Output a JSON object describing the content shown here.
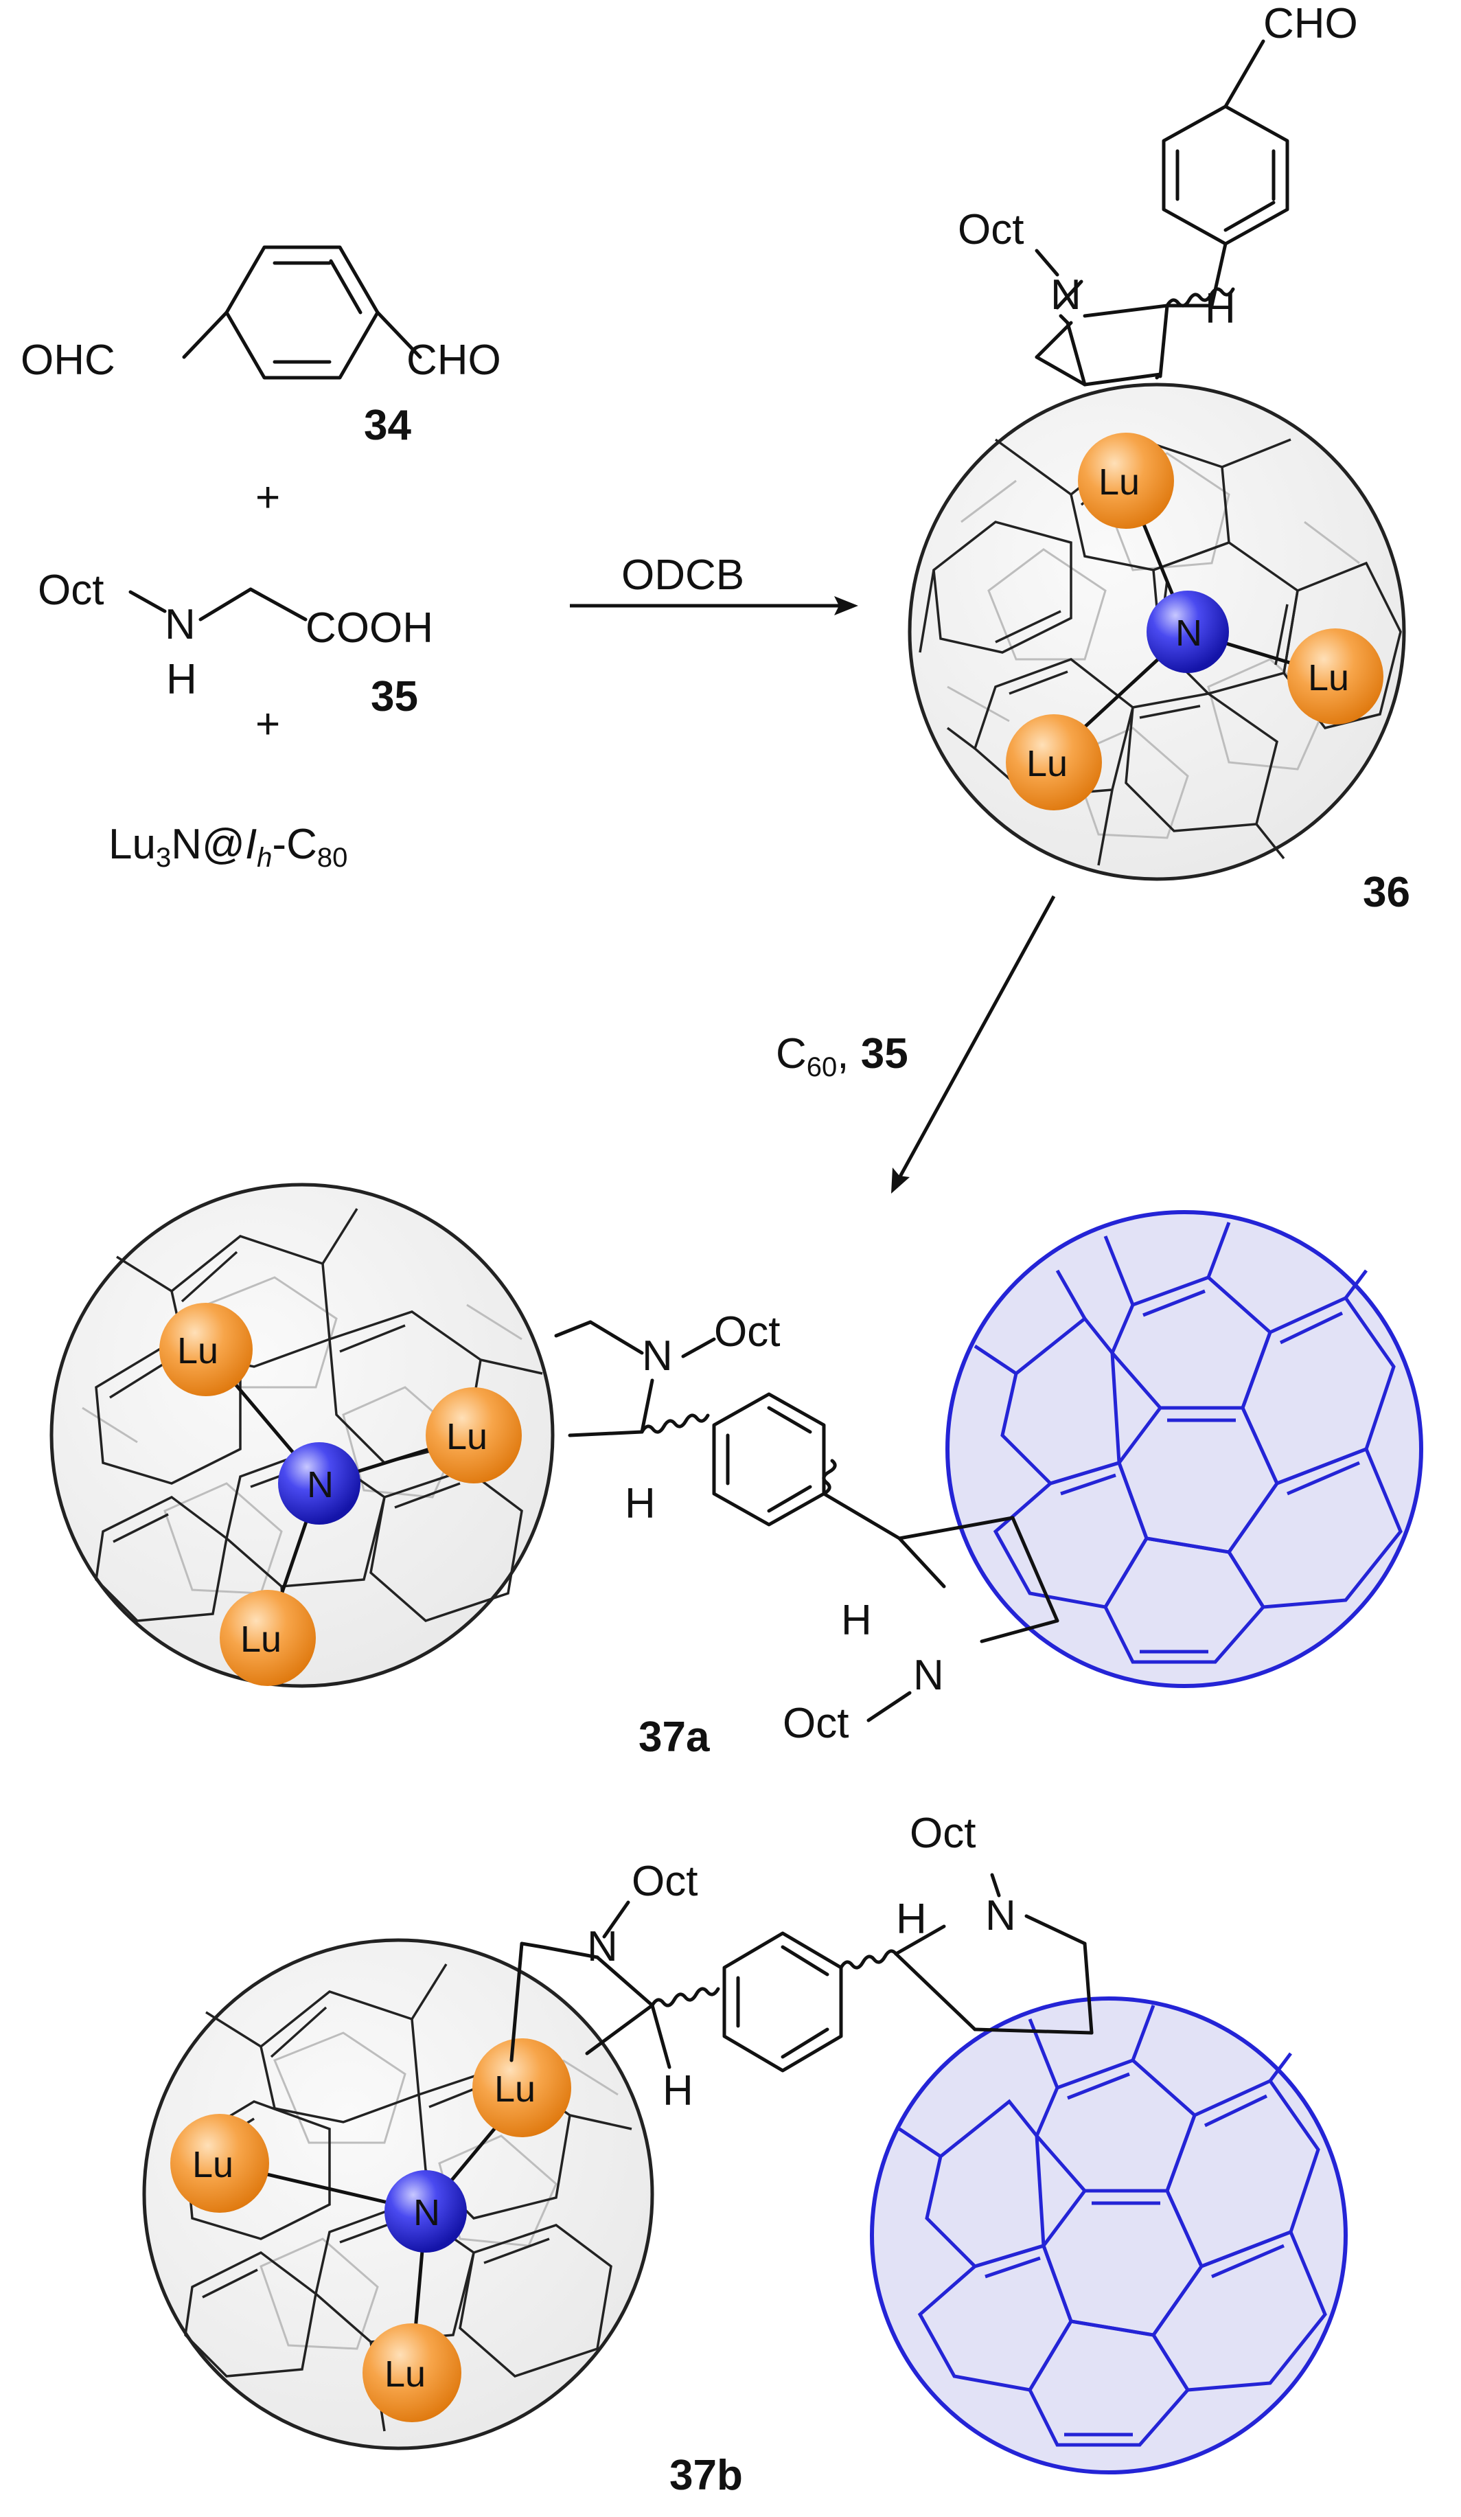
{
  "reagents": {
    "dialdehyde": {
      "left_group": "OHC",
      "right_group": "CHO",
      "number": "34"
    },
    "plus_1": "+",
    "glycine": {
      "oct": "Oct",
      "n": "N",
      "h": "H",
      "acid": "COOH",
      "number": "35"
    },
    "plus_2": "+",
    "cage_formula": {
      "lu": "Lu",
      "sub3": "3",
      "n_at": "N@",
      "ih": "I",
      "ih_sub": "h",
      "dash_c": "-C",
      "sub80": "80"
    }
  },
  "step1": {
    "conditions": "ODCB"
  },
  "step2": {
    "c": "C",
    "sub60": "60",
    "comma": ", ",
    "number": "35"
  },
  "compound36": {
    "number": "36",
    "cho": "CHO",
    "oct": "Oct",
    "n": "N",
    "h": "H",
    "metal_atoms": [
      "Lu",
      "Lu",
      "Lu"
    ],
    "central_atom": "N"
  },
  "compound37a": {
    "number": "37a",
    "oct_1": "Oct",
    "n_1": "N",
    "h_1": "H",
    "oct_2": "Oct",
    "n_2": "N",
    "h_2": "H",
    "metal_atoms": [
      "Lu",
      "Lu",
      "Lu"
    ],
    "central_atom": "N"
  },
  "compound37b": {
    "number": "37b",
    "oct_1": "Oct",
    "n_1": "N",
    "h_1": "H",
    "oct_2": "Oct",
    "n_2": "N",
    "h_2": "H",
    "metal_atoms": [
      "Lu",
      "Lu",
      "Lu"
    ],
    "central_atom": "N"
  },
  "colors": {
    "lutetium": "#f29a3a",
    "nitrogen": "#2b2bd8",
    "c60_cage": "#2424d6",
    "c60_fill": "#e2e2f6",
    "metallofullerene_fill": "#efefef"
  }
}
